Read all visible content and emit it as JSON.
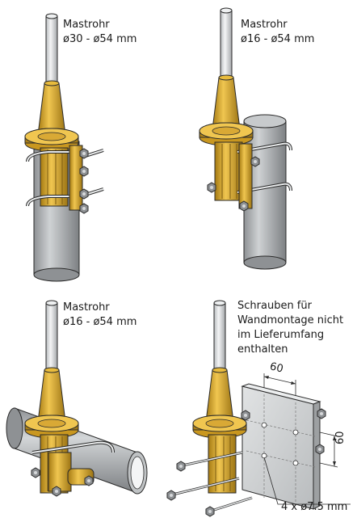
{
  "panels": [
    {
      "id": "mast-vertical",
      "caption": [
        "Mastrohr",
        "ø30 - ø54 mm"
      ]
    },
    {
      "id": "mast-offset",
      "caption": [
        "Mastrohr",
        "ø16 - ø54 mm"
      ]
    },
    {
      "id": "mast-horizontal",
      "caption": [
        "Mastrohr",
        "ø16 - ø54 mm"
      ]
    },
    {
      "id": "wall-mount",
      "caption": [
        "Schrauben für",
        "Wandmontage nicht",
        "im Lieferumfang",
        "enthalten"
      ]
    }
  ],
  "wall_plate": {
    "dim_horizontal": "60",
    "dim_vertical": "60",
    "holes_label": "4 x ø7.5 mm"
  },
  "colors": {
    "antenna": "#d6d8da",
    "brass": "#d4a72c",
    "brass_dark": "#9c7414",
    "pipe": "#a9acae",
    "steel": "#c9ccce",
    "outline": "#2a2a2a"
  }
}
